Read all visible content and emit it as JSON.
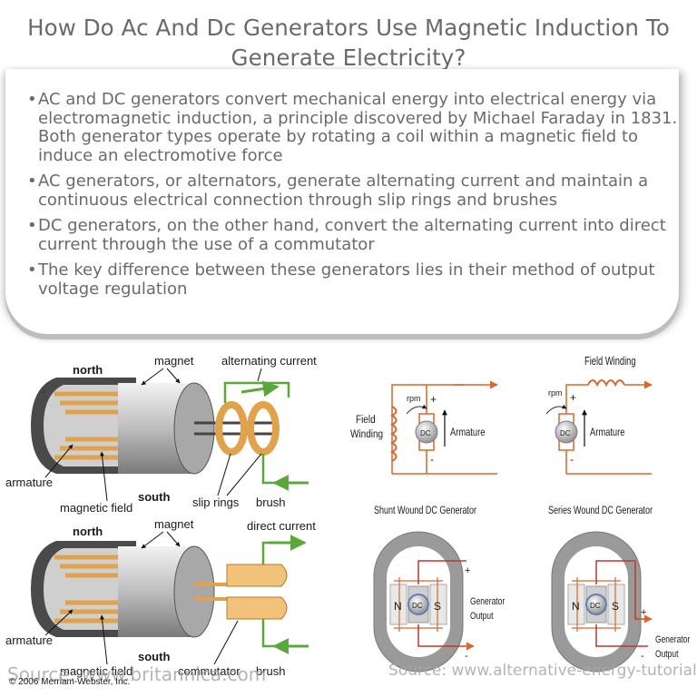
{
  "title": {
    "line1": "How Do Ac And Dc Generators Use Magnetic Induction To",
    "line2": "Generate Electricity?"
  },
  "bullets": [
    "AC and DC generators convert mechanical energy into electrical energy via electromagnetic induction, a principle discovered by Michael Faraday in 1831. Both generator types operate by rotating a coil within a magnetic field to induce an electromotive force",
    "AC generators, or alternators, generate alternating current and maintain a continuous electrical connection through slip rings and brushes",
    "DC generators, on the other hand, convert the alternating current into direct current through the use of a commutator",
    "The key difference between these generators lies in their method of output voltage regulation"
  ],
  "ac_diagram": {
    "north": "north",
    "magnet": "magnet",
    "output": "alternating current",
    "armature": "armature",
    "south": "south",
    "field": "magnetic field",
    "rings": "slip rings",
    "brush": "brush"
  },
  "dc_diagram": {
    "north": "north",
    "magnet": "magnet",
    "output": "direct current",
    "armature": "armature",
    "south": "south",
    "field": "magnetic field",
    "commutator": "commutator",
    "brush": "brush"
  },
  "shunt": {
    "rpm": "rpm",
    "plus": "+",
    "minus": "-",
    "field1": "Field",
    "field2": "Winding",
    "dc": "DC",
    "armature": "Armature",
    "caption": "Shunt Wound DC Generator"
  },
  "series": {
    "field": "Field Winding",
    "rpm": "rpm",
    "plus": "+",
    "minus": "-",
    "dc": "DC",
    "armature": "Armature",
    "caption": "Series Wound DC Generator"
  },
  "motor_left": {
    "n": "N",
    "dc": "DC",
    "s": "S",
    "plus": "+",
    "minus": "-",
    "out1": "Generator",
    "out2": "Output"
  },
  "motor_right": {
    "n": "N",
    "dc": "DC",
    "s": "S",
    "plus": "+",
    "minus": "-",
    "out1": "Generator",
    "out2": "Output"
  },
  "copyright": "© 2006 Merriam-Webster, Inc.",
  "source_left": "Source: www.britannica.com",
  "source_right": "Source: www.alternative-energy-tutorials.com",
  "colors": {
    "arrow_green": "#5aa83a",
    "arrow_orange": "#d9662b",
    "copper": "#e0a24a",
    "gray": "#9a9a9a",
    "red_wire": "#c0392b"
  }
}
